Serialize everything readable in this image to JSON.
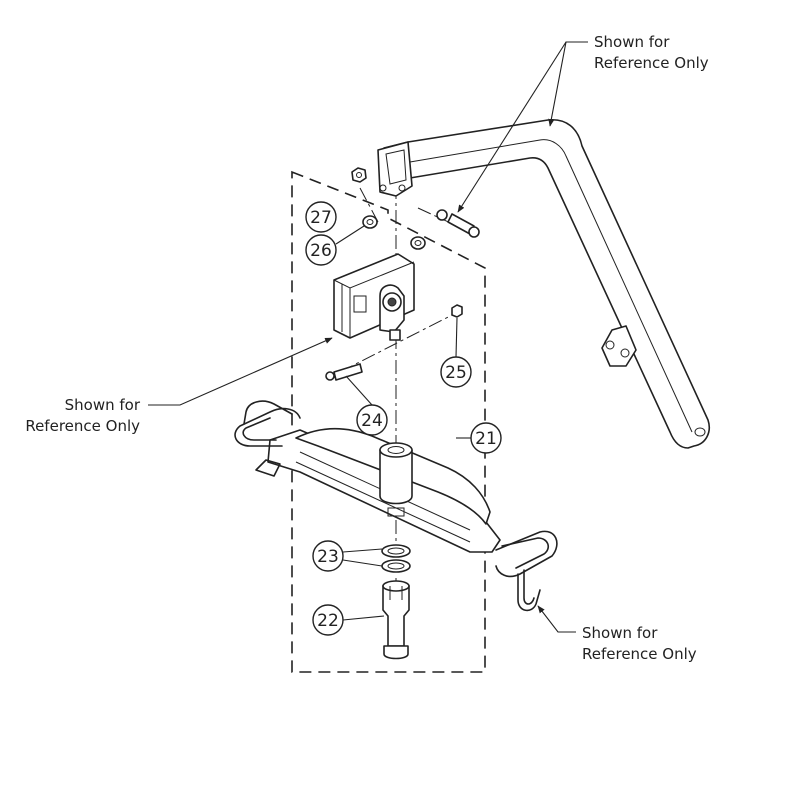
{
  "notes": {
    "top_right": [
      "Shown for",
      "Reference Only"
    ],
    "left": [
      "Shown for",
      "Reference Only"
    ],
    "bottom_right": [
      "Shown for",
      "Reference Only"
    ]
  },
  "callouts": {
    "c21": "21",
    "c22": "22",
    "c23": "23",
    "c24": "24",
    "c25": "25",
    "c26": "26",
    "c27": "27"
  }
}
